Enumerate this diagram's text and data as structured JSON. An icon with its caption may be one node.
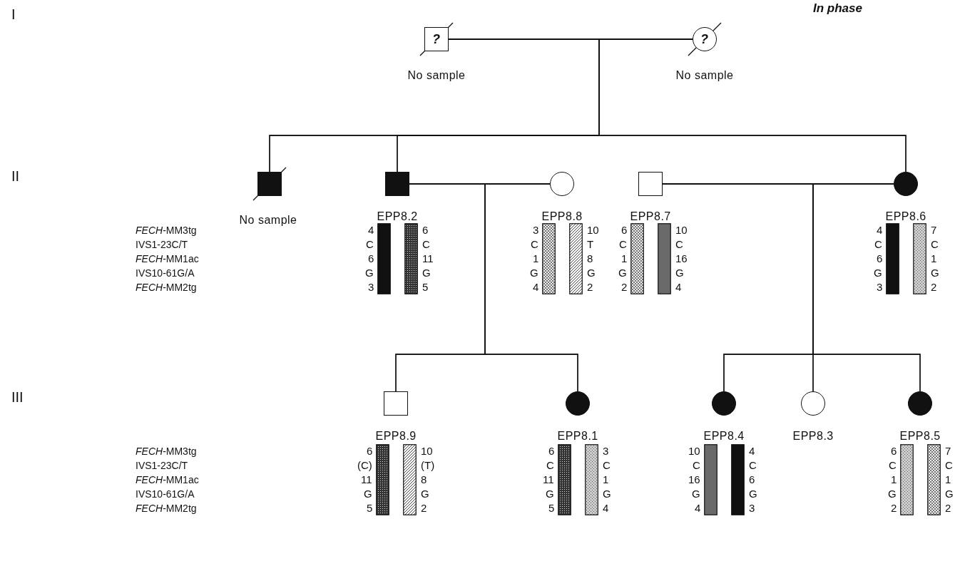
{
  "diagram": {
    "nodes": [
      {
        "text": [
          "?"
        ],
        "beside": [
          "No sample"
        ]
      },
      {
        "text": [
          "?"
        ],
        "beside": [
          "No sample"
        ]
      },
      {
        "text": [],
        "shape": "box",
        "beside": [
          "No sample"
        ]
      },
      {
        "text": [],
        "shape": "box",
        "beside": [
          "EPP8.2"
        ]
      },
      {
        "text": [],
        "shape": "circle",
        "beside": [
          "EPP8.8"
        ]
      },
      {
        "text": [],
        "shape": "box",
        "beside": [
          "EPP8.7"
        ]
      },
      {
        "text": [],
        "shape": "circle",
        "beside": [
          "EPP8.6"
        ]
      },
      {
        "text": [],
        "shape": "box",
        "beside": [
          "EPP8.9"
        ]
      },
      {
        "text": [],
        "shape": "circle",
        "beside": [
          "EPP8.1"
        ]
      },
      {
        "text": [],
        "shape": "circle",
        "beside": [
          "EPP8.4"
        ]
      },
      {
        "text": [],
        "shape": "circle",
        "beside": [
          "EPP8.3"
        ]
      },
      {
        "text": [],
        "shape": "circle",
        "beside": [
          "EPP8.5"
        ]
      }
    ],
    "edges": [
      {
        "from": 0,
        "to": 1,
        "arrow": "none"
      },
      {
        "from": 0,
        "to": 2,
        "arrow": "none"
      },
      {
        "from": 0,
        "to": 3,
        "arrow": "none"
      },
      {
        "from": 0,
        "to": 6,
        "arrow": "none"
      },
      {
        "from": 1,
        "to": 2,
        "arrow": "none"
      },
      {
        "from": 1,
        "to": 3,
        "arrow": "none"
      },
      {
        "from": 1,
        "to": 6,
        "arrow": "none"
      },
      {
        "from": 3,
        "to": 4,
        "arrow": "none"
      },
      {
        "from": 3,
        "to": 7,
        "arrow": "none"
      },
      {
        "from": 3,
        "to": 8,
        "arrow": "none"
      },
      {
        "from": 4,
        "to": 7,
        "arrow": "none"
      },
      {
        "from": 4,
        "to": 8,
        "arrow": "none"
      },
      {
        "from": 5,
        "to": 6,
        "arrow": "none"
      },
      {
        "from": 5,
        "to": 9,
        "arrow": "none"
      },
      {
        "from": 5,
        "to": 10,
        "arrow": "none"
      },
      {
        "from": 5,
        "to": 11,
        "arrow": "none"
      },
      {
        "from": 6,
        "to": 9,
        "arrow": "none"
      },
      {
        "from": 6,
        "to": 10,
        "arrow": "none"
      },
      {
        "from": 6,
        "to": 11,
        "arrow": "none"
      }
    ],
    "labels": [
      "I",
      "II",
      "III",
      "In phase",
      "*FECH*-MM3tg",
      "IVS1-23C/T",
      "*FECH*-MM1ac",
      "IVS10-61G/A",
      "*FECH*-MM2tg",
      "*FECH*-MM3tg",
      "IVS1-23C/T",
      "*FECH*-MM1ac",
      "IVS10-61G/A",
      "*FECH*-MM2tg",
      "4",
      "C",
      "6",
      "G",
      "3",
      "6",
      "C",
      "11",
      "G",
      "5",
      "3",
      "C",
      "1",
      "G",
      "4",
      "10",
      "T",
      "8",
      "G",
      "2",
      "6",
      "C",
      "1",
      "G",
      "2",
      "10",
      "C",
      "16",
      "G",
      "4",
      "4",
      "C",
      "6",
      "G",
      "3",
      "7",
      "C",
      "1",
      "G",
      "2",
      "6",
      "(C)",
      "11",
      "G",
      "5",
      "10",
      "(T)",
      "8",
      "G",
      "2",
      "6",
      "C",
      "11",
      "G",
      "5",
      "3",
      "C",
      "1",
      "G",
      "4",
      "10",
      "C",
      "16",
      "G",
      "4",
      "4",
      "C",
      "6",
      "G",
      "3",
      "6",
      "C",
      "1",
      "G",
      "2",
      "7",
      "C",
      "1",
      "G",
      "2"
    ]
  }
}
